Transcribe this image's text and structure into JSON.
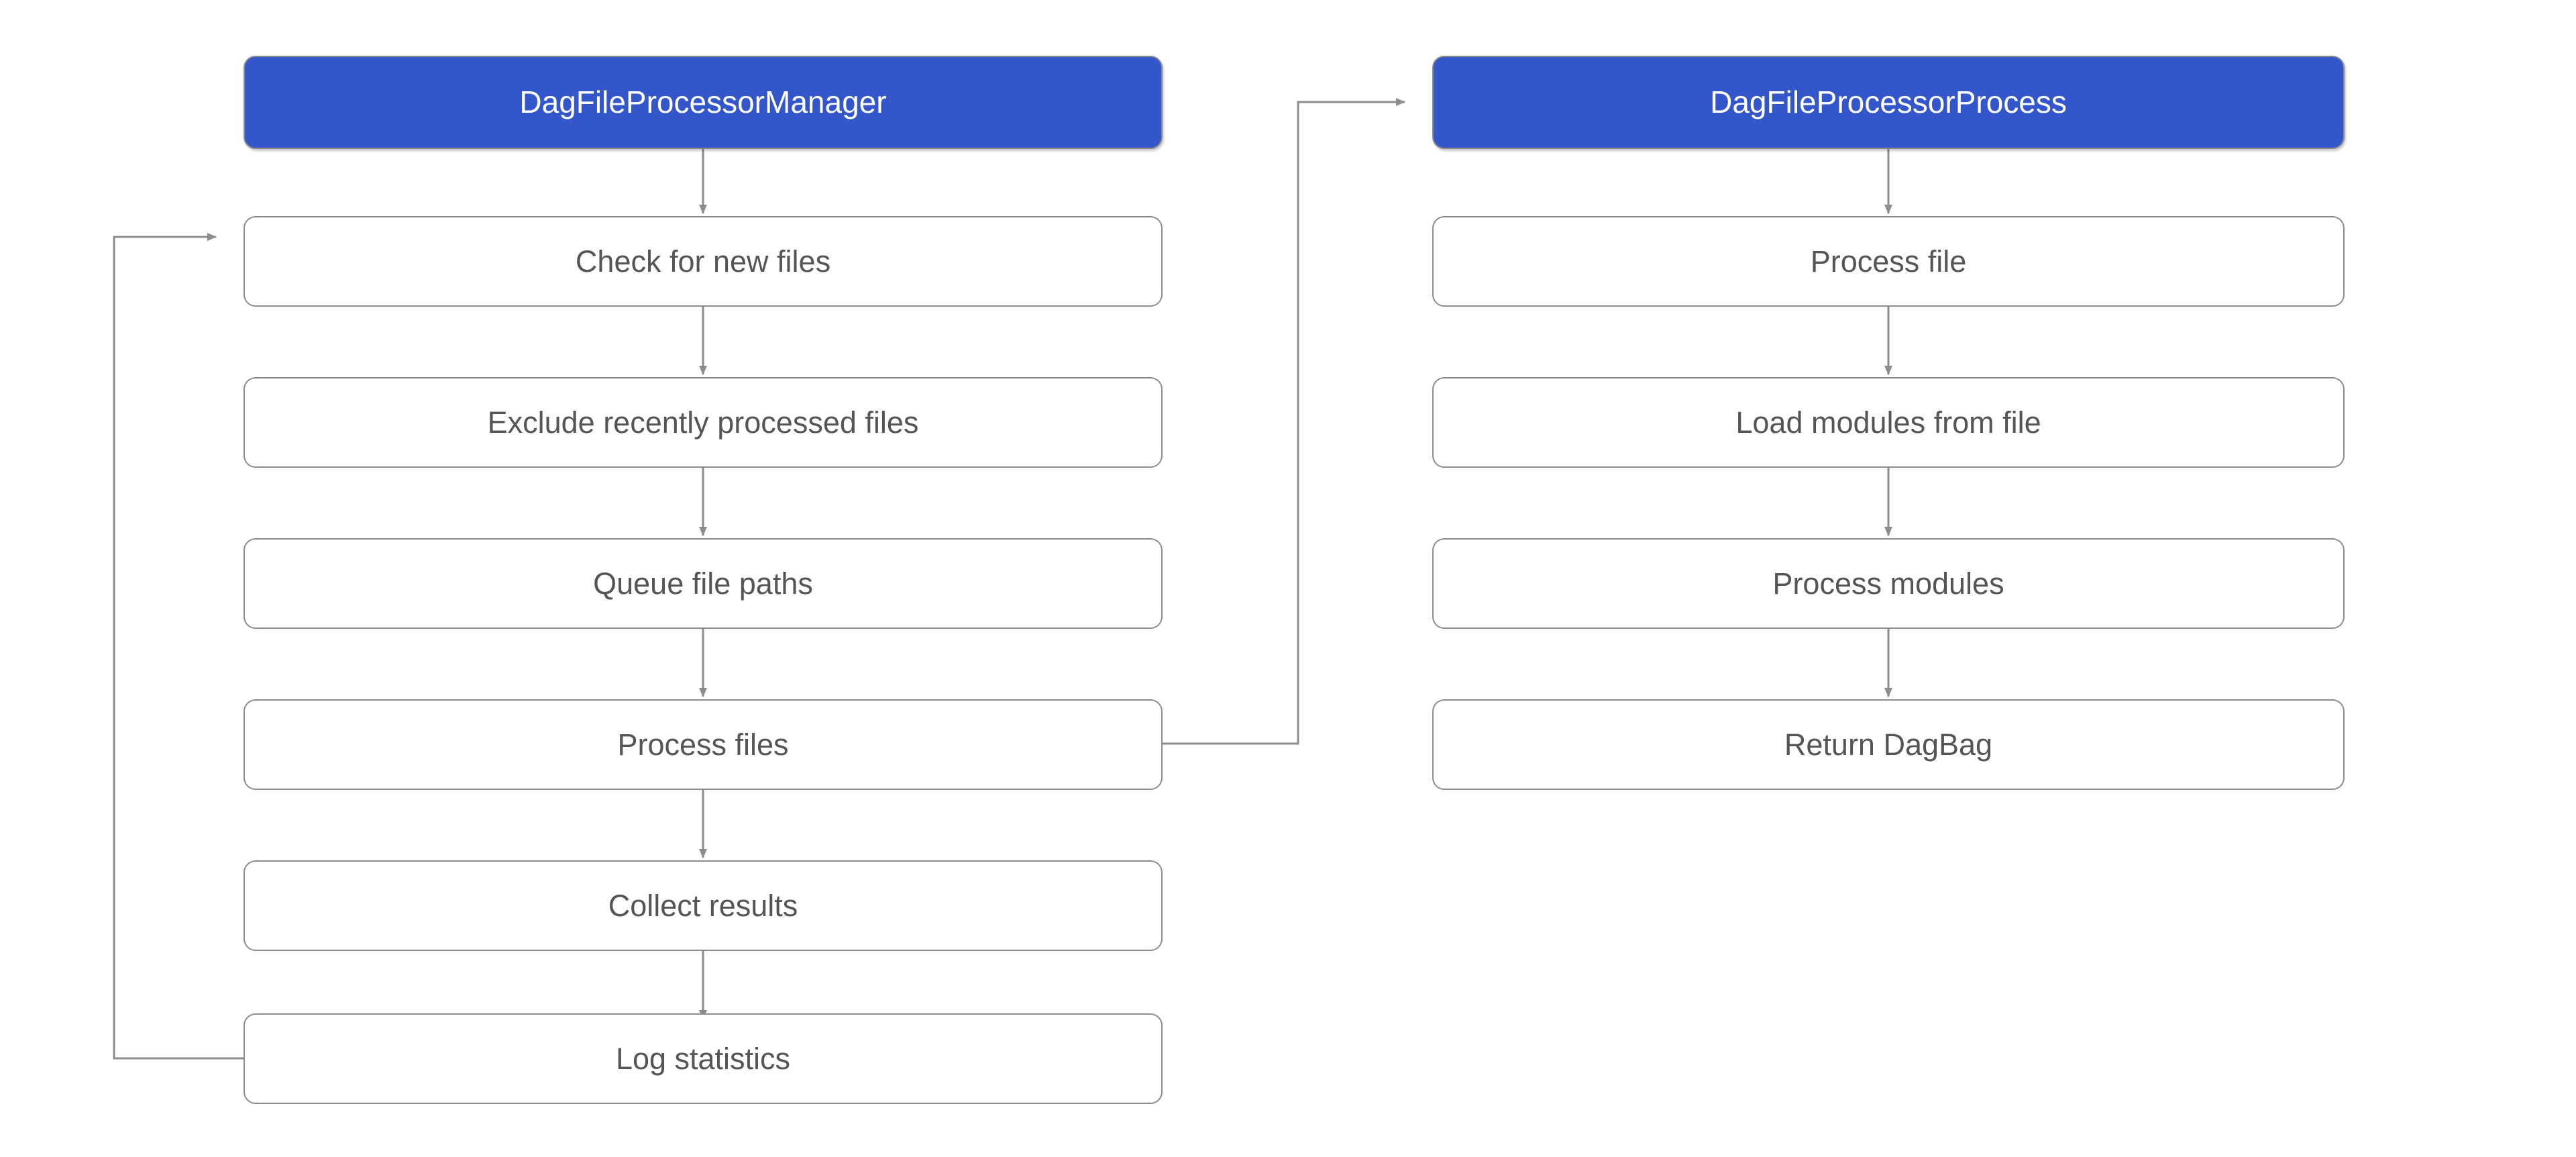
{
  "diagram": {
    "type": "flowchart",
    "background_color": "#ffffff",
    "title_node_color": "#3356cb",
    "title_text_color": "#ffffff",
    "step_node_color": "#ffffff",
    "step_border_color": "#8d8d8d",
    "step_text_color": "#555555",
    "edge_color": "#888888",
    "columns": [
      {
        "id": "manager",
        "header": {
          "label": "DagFileProcessorManager"
        },
        "steps": [
          {
            "id": "check-for-new-files",
            "label": "Check for new files"
          },
          {
            "id": "exclude-recently-processed-files",
            "label": "Exclude recently processed files"
          },
          {
            "id": "queue-file-paths",
            "label": "Queue file paths"
          },
          {
            "id": "process-files",
            "label": "Process files"
          },
          {
            "id": "collect-results",
            "label": "Collect results"
          },
          {
            "id": "log-statistics",
            "label": "Log statistics"
          }
        ]
      },
      {
        "id": "processor",
        "header": {
          "label": "DagFileProcessorProcess"
        },
        "steps": [
          {
            "id": "process-file",
            "label": "Process file"
          },
          {
            "id": "load-modules-from-file",
            "label": "Load modules from file"
          },
          {
            "id": "process-modules",
            "label": "Process modules"
          },
          {
            "id": "return-dagbag",
            "label": "Return DagBag"
          }
        ]
      }
    ],
    "edges": [
      {
        "id": "manager-to-check",
        "from": "DagFileProcessorManager",
        "to": "Check for new files",
        "kind": "straight-down"
      },
      {
        "id": "check-to-exclude",
        "from": "Check for new files",
        "to": "Exclude recently processed files",
        "kind": "straight-down"
      },
      {
        "id": "exclude-to-queue",
        "from": "Exclude recently processed files",
        "to": "Queue file paths",
        "kind": "straight-down"
      },
      {
        "id": "queue-to-process-files",
        "from": "Queue file paths",
        "to": "Process files",
        "kind": "straight-down"
      },
      {
        "id": "process-files-to-collect",
        "from": "Process files",
        "to": "Collect results",
        "kind": "straight-down"
      },
      {
        "id": "collect-to-log",
        "from": "Collect results",
        "to": "Log statistics",
        "kind": "straight-down"
      },
      {
        "id": "log-to-check-loop",
        "from": "Log statistics",
        "to": "Check for new files",
        "kind": "loop-back-left"
      },
      {
        "id": "process-files-to-processor",
        "from": "Process files",
        "to": "DagFileProcessorProcess",
        "kind": "cross-column-right"
      },
      {
        "id": "processor-to-process-file",
        "from": "DagFileProcessorProcess",
        "to": "Process file",
        "kind": "straight-down"
      },
      {
        "id": "process-file-to-load-modules",
        "from": "Process file",
        "to": "Load modules from file",
        "kind": "straight-down"
      },
      {
        "id": "load-modules-to-process-modules",
        "from": "Load modules from file",
        "to": "Process modules",
        "kind": "straight-down"
      },
      {
        "id": "process-modules-to-return",
        "from": "Process modules",
        "to": "Return DagBag",
        "kind": "straight-down"
      }
    ]
  }
}
